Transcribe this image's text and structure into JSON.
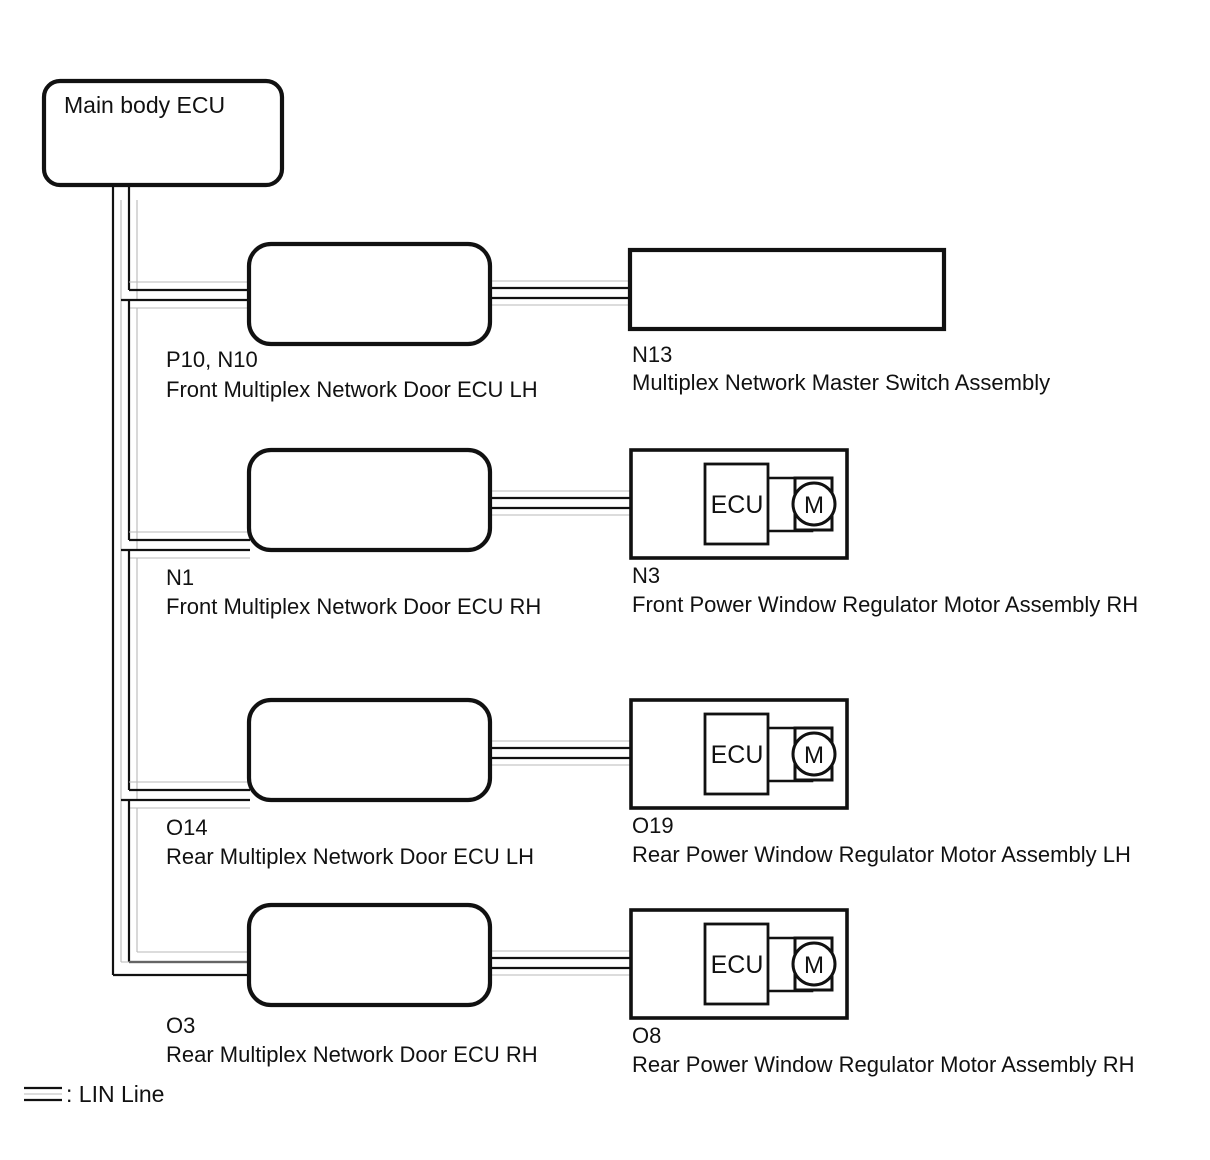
{
  "diagram": {
    "title": "Main body ECU",
    "legend": {
      "symbol_name": "lin-line-symbol",
      "text": ": LIN Line"
    },
    "nodes": {
      "main_ecu": {
        "label": "Main body ECU",
        "shape": "rounded-rect"
      },
      "front_door_ecu_lh": {
        "code": "P10, N10",
        "name": "Front Multiplex Network Door ECU LH",
        "shape": "rounded-rect"
      },
      "master_switch": {
        "code": "N13",
        "name": "Multiplex Network Master Switch Assembly",
        "shape": "rect"
      },
      "front_door_ecu_rh": {
        "code": "N1",
        "name": "Front Multiplex Network Door ECU RH",
        "shape": "rounded-rect"
      },
      "front_window_motor_rh": {
        "code": "N3",
        "name": "Front Power Window Regulator Motor Assembly RH",
        "shape": "motor-assembly",
        "inner_ecu_label": "ECU",
        "motor_label": "M"
      },
      "rear_door_ecu_lh": {
        "code": "O14",
        "name": "Rear Multiplex Network Door ECU LH",
        "shape": "rounded-rect"
      },
      "rear_window_motor_lh": {
        "code": "O19",
        "name": "Rear Power Window Regulator Motor Assembly LH",
        "shape": "motor-assembly",
        "inner_ecu_label": "ECU",
        "motor_label": "M"
      },
      "rear_door_ecu_rh": {
        "code": "O3",
        "name": "Rear Multiplex Network Door ECU RH",
        "shape": "rounded-rect"
      },
      "rear_window_motor_rh": {
        "code": "O8",
        "name": "Rear Power Window Regulator Motor Assembly RH",
        "shape": "motor-assembly",
        "inner_ecu_label": "ECU",
        "motor_label": "M"
      }
    },
    "colors": {
      "line": "#111111",
      "line_inner": "#b9b9b9",
      "background": "#ffffff",
      "text": "#111111"
    }
  }
}
